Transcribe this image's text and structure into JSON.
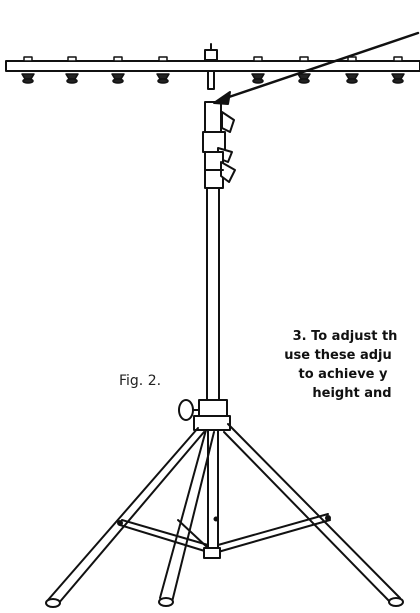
{
  "figure": {
    "label": "Fig. 2."
  },
  "callout": {
    "lines": [
      "3. To adjust th",
      "use these adju",
      "to achieve y",
      "height and"
    ]
  },
  "colors": {
    "line": "#111111",
    "background": "#ffffff"
  },
  "icons": [
    "arrow-pointer",
    "tripod-stand",
    "t-bar"
  ]
}
